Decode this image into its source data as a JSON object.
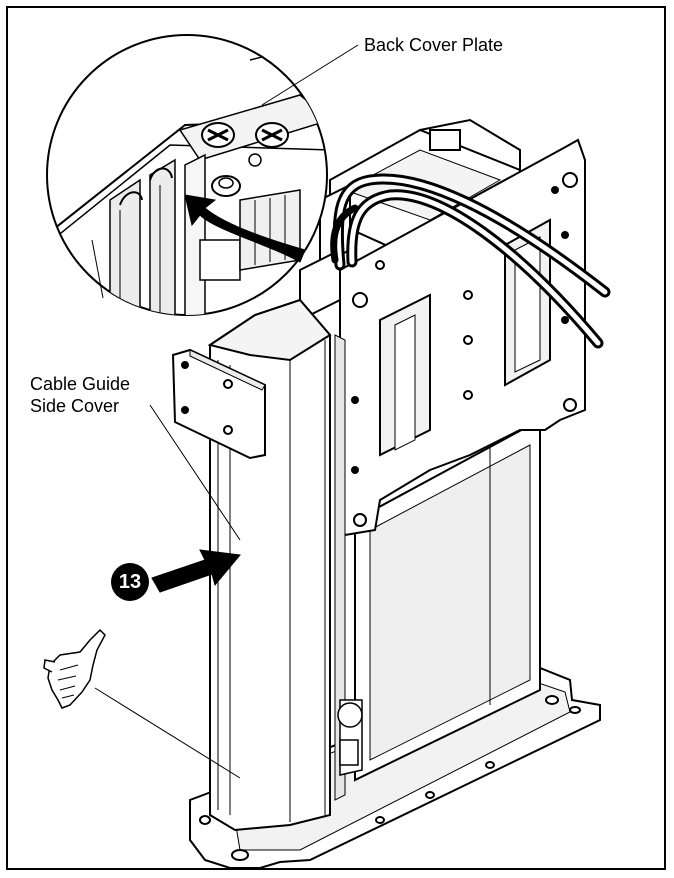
{
  "callouts": {
    "back_cover_plate": "Back Cover Plate",
    "cable_guide_line1": "Cable Guide",
    "cable_guide_line2": "Side Cover"
  },
  "step": {
    "number": "13"
  },
  "colors": {
    "ink": "#000000",
    "paper": "#ffffff",
    "shade": "#e6e6e6"
  },
  "icons": [
    "hand-icon",
    "arrow-icon",
    "magnified-detail-icon"
  ]
}
